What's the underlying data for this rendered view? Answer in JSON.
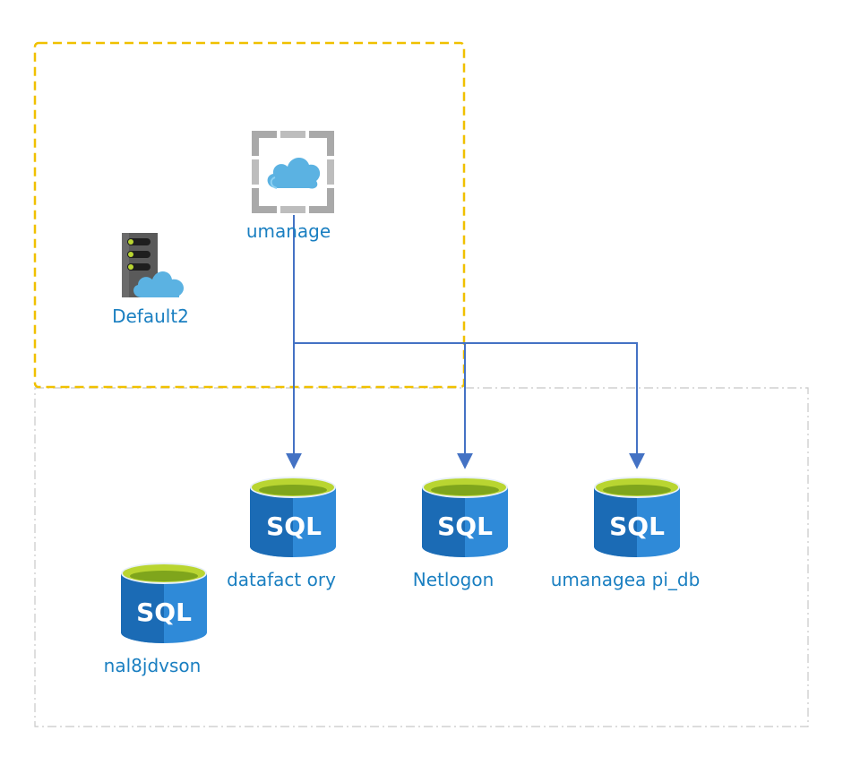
{
  "diagram": {
    "groups": [
      {
        "id": "app-service-plan",
        "style": "dashed-yellow",
        "color": "#f0c000"
      },
      {
        "id": "sql-server",
        "style": "dashed-gray",
        "color": "#c8c8c8"
      }
    ],
    "nodes": [
      {
        "id": "umanage",
        "label": "umanage",
        "icon": "app-service-icon"
      },
      {
        "id": "default2",
        "label": "Default2",
        "icon": "app-service-plan-icon"
      },
      {
        "id": "datafactory",
        "label": "datafact ory",
        "icon": "sql-database-icon",
        "icon_text": "SQL"
      },
      {
        "id": "netlogon",
        "label": "Netlogon",
        "icon": "sql-database-icon",
        "icon_text": "SQL"
      },
      {
        "id": "umanageapi",
        "label": "umanagea pi_db",
        "icon": "sql-database-icon",
        "icon_text": "SQL"
      },
      {
        "id": "nal8jdvson",
        "label": "nal8jdvson",
        "icon": "sql-database-icon",
        "icon_text": "SQL"
      }
    ],
    "edges": [
      {
        "from": "umanage",
        "to": "datafactory"
      },
      {
        "from": "umanage",
        "to": "netlogon"
      },
      {
        "from": "umanage",
        "to": "umanageapi"
      }
    ],
    "colors": {
      "edge": "#4472c4",
      "label": "#1a7fc1",
      "sql_dark": "#1b6bb5",
      "sql_light": "#2f8ad8",
      "sql_top": "#b9d531",
      "cloud": "#5bb2e2",
      "server": "#5a5a5a",
      "app_frame": "#a9a9a9"
    }
  }
}
